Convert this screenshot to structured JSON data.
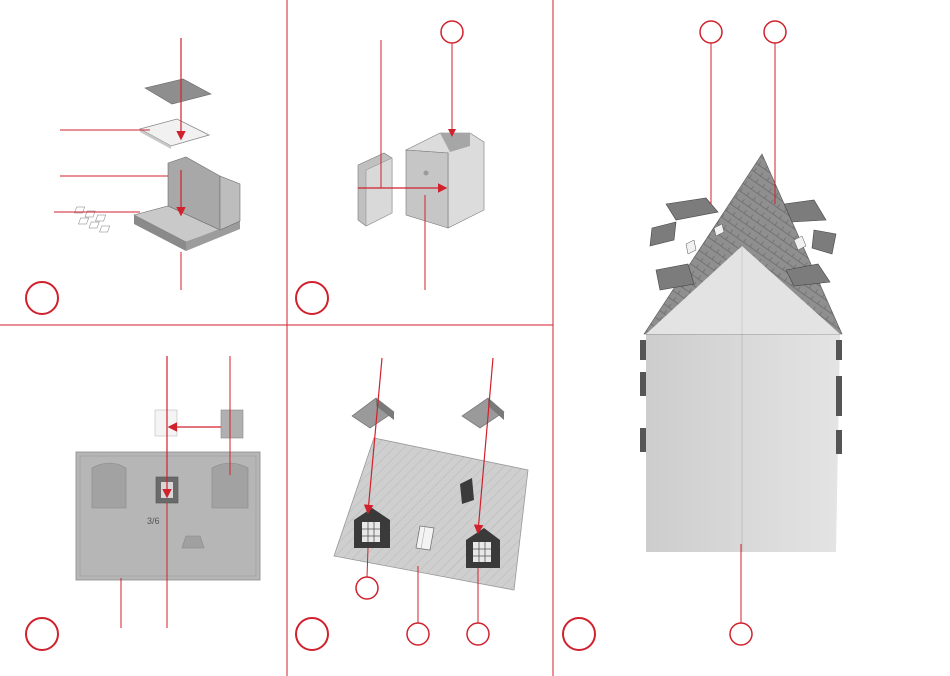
{
  "colors": {
    "accent_red": "#d0212d",
    "part_light": "#d2d2d2",
    "part_mid": "#a9a9a9",
    "part_dark": "#6f6f6f",
    "roof_tile": "#8f8f8f"
  },
  "steps": [
    {
      "id": "step-1",
      "content": "window-frame-assembly"
    },
    {
      "id": "step-2",
      "content": "wall-corner-assembly"
    },
    {
      "id": "step-3",
      "content": "roof-panel-window-insert"
    },
    {
      "id": "step-4",
      "content": "roof-dormer-mounting"
    },
    {
      "id": "step-5",
      "content": "completed-house-view"
    }
  ],
  "panel3": {
    "panel_stamp": "3/6"
  }
}
